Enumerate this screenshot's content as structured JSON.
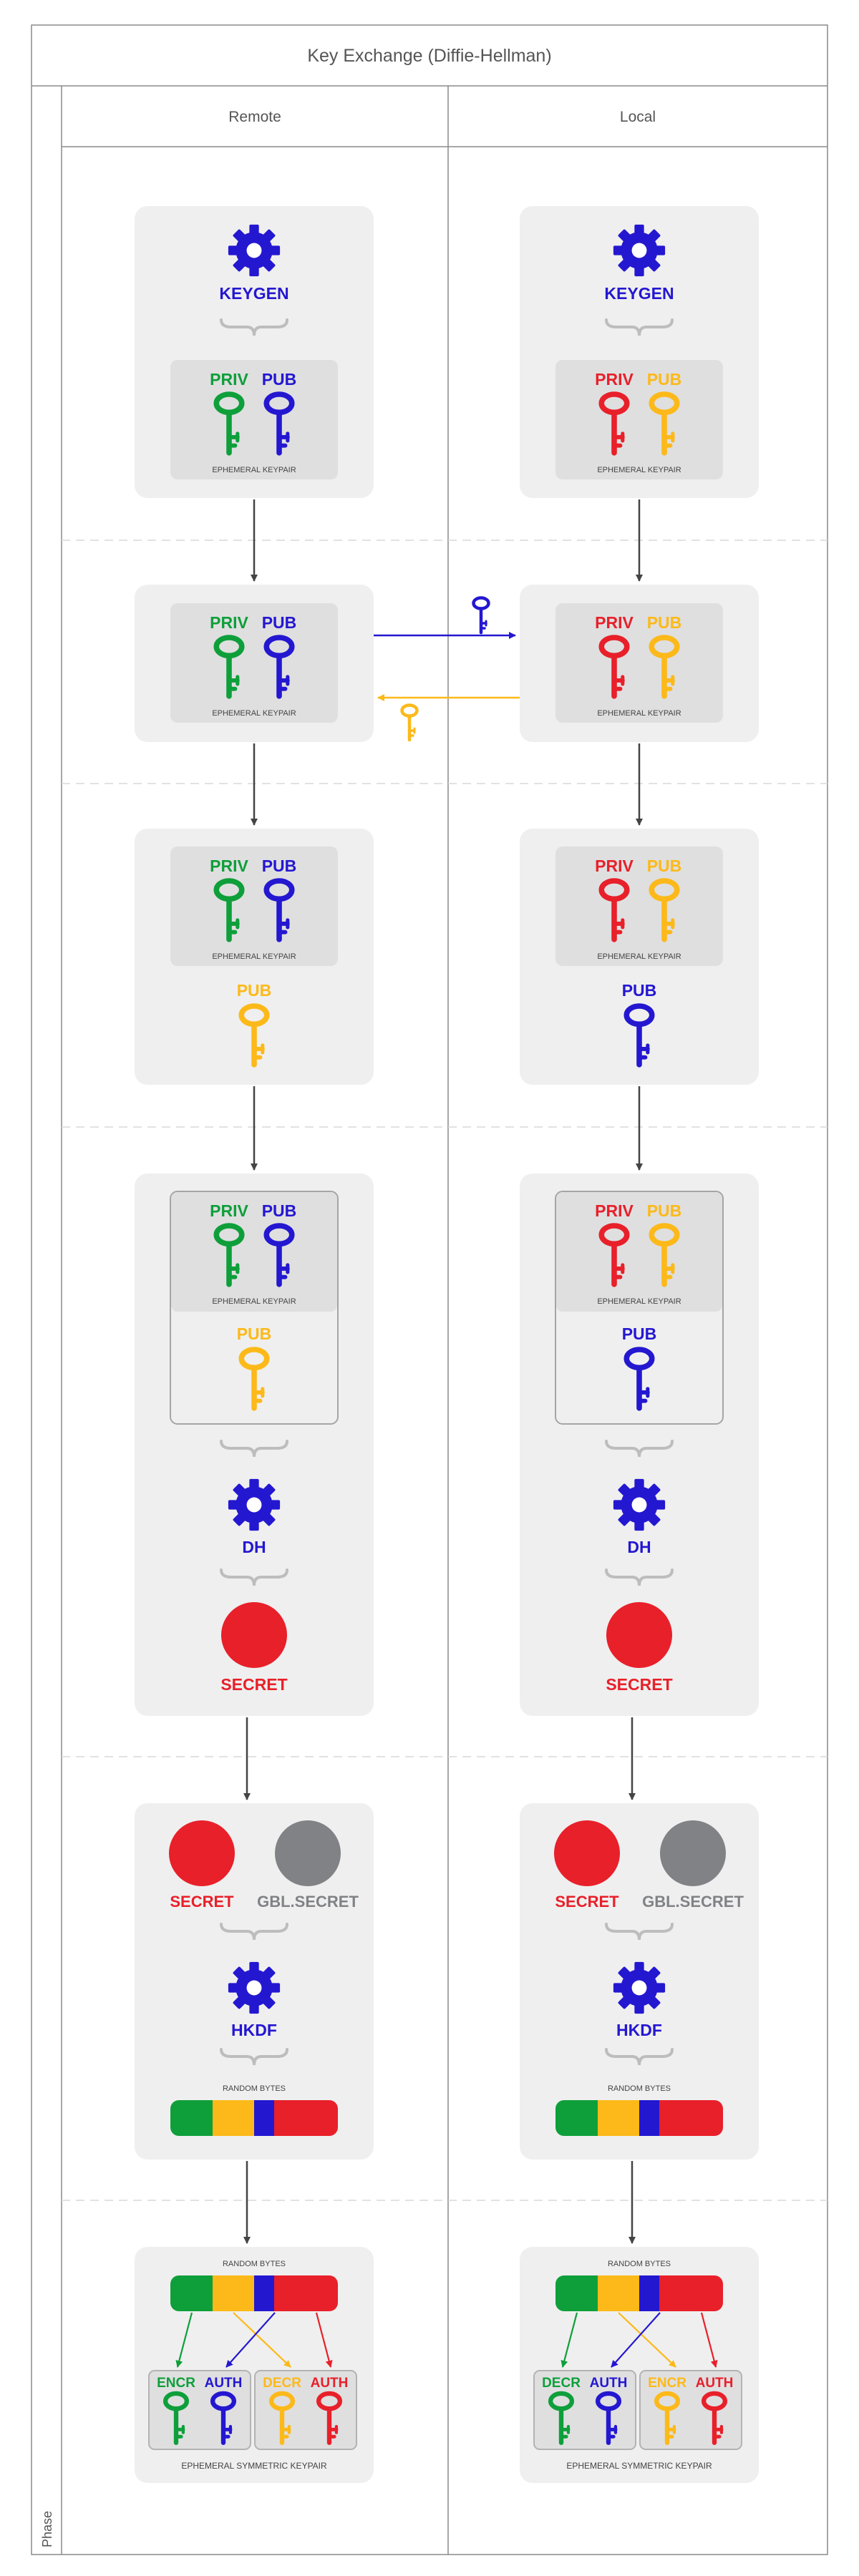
{
  "title": "Key Exchange (Diffie-Hellman)",
  "lanes": {
    "remote": "Remote",
    "local": "Local"
  },
  "phase_label": "Phase",
  "labels": {
    "keygen": "KEYGEN",
    "priv": "PRIV",
    "pub": "PUB",
    "ephemeral_keypair": "EPHEMERAL KEYPAIR",
    "dh": "DH",
    "secret": "SECRET",
    "gbl_secret": "GBL.SECRET",
    "hkdf": "HKDF",
    "random_bytes": "RANDOM BYTES",
    "encr": "ENCR",
    "decr": "DECR",
    "auth": "AUTH",
    "ephemeral_symmetric_keypair": "EPHEMERAL SYMMETRIC KEYPAIR"
  },
  "colors": {
    "green": "#0e9f3a",
    "blue": "#2417d0",
    "red": "#e8202a",
    "yellow": "#fcb919",
    "grey": "#808285"
  }
}
